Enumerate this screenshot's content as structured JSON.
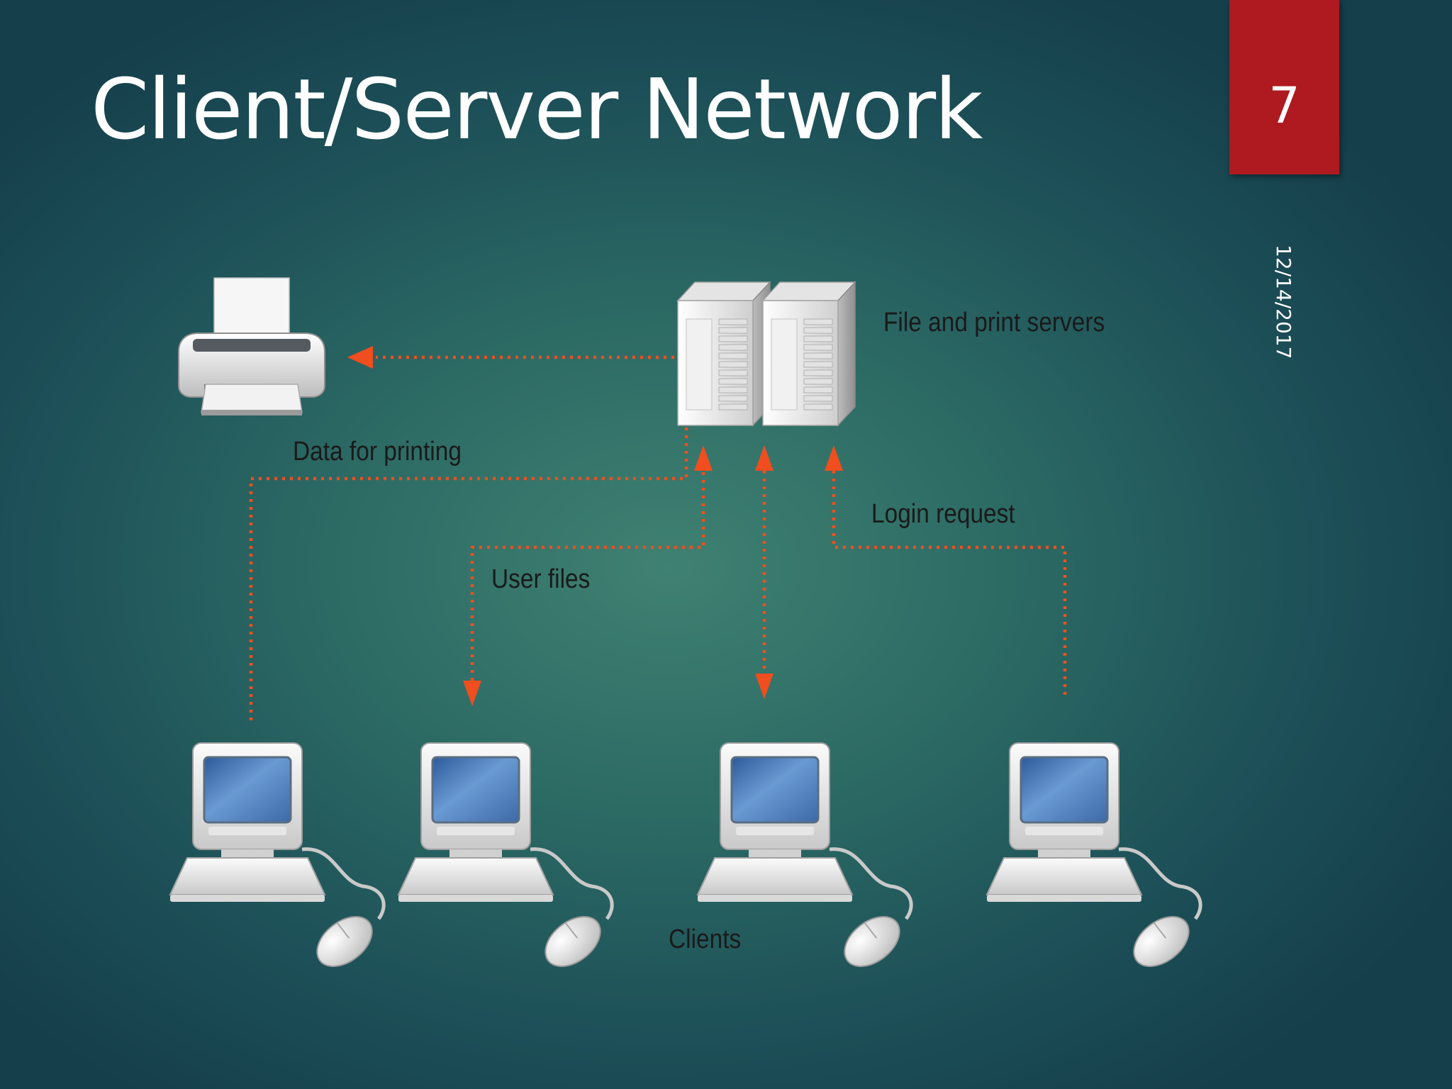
{
  "slide": {
    "title": "Client/Server Network",
    "page_number": "7",
    "date": "12/14/2017",
    "badge_color": "#ae1a1f"
  },
  "diagram": {
    "arrow_color": "#f04e1e",
    "labels": {
      "servers": "File and print servers",
      "printing": "Data for printing",
      "login": "Login request",
      "user_files": "User files",
      "clients": "Clients"
    },
    "nodes": [
      {
        "id": "printer",
        "icon": "printer-icon"
      },
      {
        "id": "servers",
        "icon": "server-tower-icon",
        "count": 2
      },
      {
        "id": "clients",
        "icon": "desktop-computer-icon",
        "count": 4
      }
    ],
    "flows": [
      {
        "from": "servers",
        "to": "printer",
        "label": "Data for printing"
      },
      {
        "from": "client-1",
        "to": "servers",
        "label": "Data for printing"
      },
      {
        "from": "servers",
        "to": "client-2",
        "label": "User files"
      },
      {
        "from": "servers",
        "to": "client-3",
        "bidirectional": true
      },
      {
        "from": "client-4",
        "to": "servers",
        "label": "Login request"
      }
    ]
  }
}
